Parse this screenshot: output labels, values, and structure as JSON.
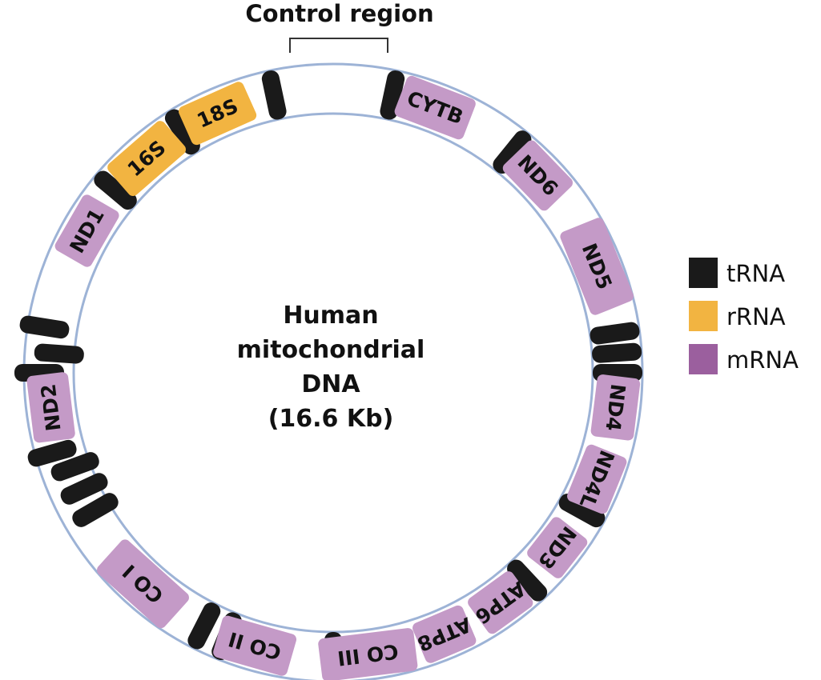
{
  "title": "Control region",
  "center_lines": [
    "Human",
    "mitochondrial",
    "DNA",
    "(16.6 Kb)"
  ],
  "colors": {
    "trna": "#1a1a1a",
    "rrna": "#f2b441",
    "mrna": "#c49ac7",
    "mrna_legend": "#9b5f9e",
    "ring": "#9db3d6"
  },
  "legend": [
    {
      "label": "tRNA",
      "type": "trna"
    },
    {
      "label": "rRNA",
      "type": "rrna"
    },
    {
      "label": "mRNA",
      "type": "mrna"
    }
  ],
  "genes": [
    {
      "label": "18S",
      "type": "rrna"
    },
    {
      "label": "16S",
      "type": "rrna"
    },
    {
      "label": "ND1",
      "type": "mrna"
    },
    {
      "label": "ND2",
      "type": "mrna"
    },
    {
      "label": "CO I",
      "type": "mrna"
    },
    {
      "label": "CO II",
      "type": "mrna"
    },
    {
      "label": "CO III",
      "type": "mrna"
    },
    {
      "label": "ATP8",
      "type": "mrna"
    },
    {
      "label": "ATP6",
      "type": "mrna"
    },
    {
      "label": "ND3",
      "type": "mrna"
    },
    {
      "label": "ND4L",
      "type": "mrna"
    },
    {
      "label": "ND4",
      "type": "mrna"
    },
    {
      "label": "ND5",
      "type": "mrna"
    },
    {
      "label": "ND6",
      "type": "mrna"
    },
    {
      "label": "CYTB",
      "type": "mrna"
    }
  ]
}
